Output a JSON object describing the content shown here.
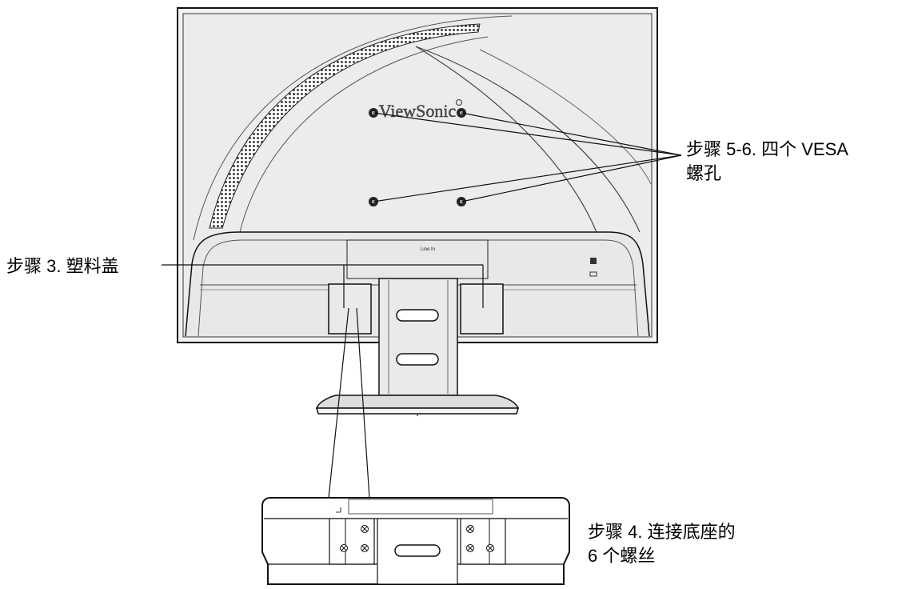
{
  "brand": {
    "logo_text": "ViewSonic"
  },
  "port_labels": {
    "line_in": "Line In"
  },
  "callouts": {
    "vesa_holes": {
      "line1": "步骤 5-6. 四个 VESA",
      "line2": "螺孔"
    },
    "plastic_cover": {
      "line1": "步骤 3.  塑料盖"
    },
    "base_screws": {
      "line1": "步骤 4.  连接底座的",
      "line2": "6 个螺丝"
    }
  },
  "colors": {
    "line": "#111111",
    "panel_fill": "#efefef",
    "panel_inner": "#e6e6e6",
    "vent": "#333333",
    "background": "#ffffff"
  }
}
